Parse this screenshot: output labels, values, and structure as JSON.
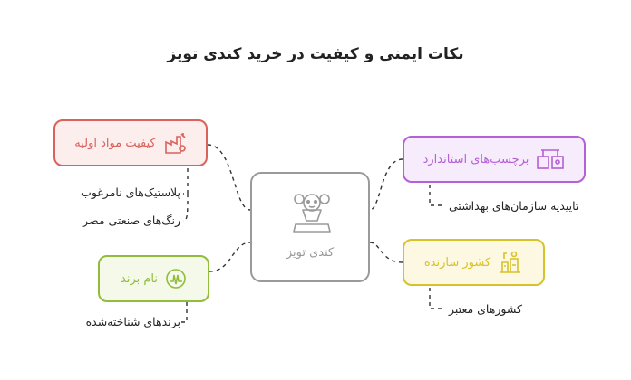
{
  "title": "نکات ایمنی و کیفیت در خرید کندی تویز",
  "center": {
    "label": "کندی تویز",
    "icon": "candy-toy-icon"
  },
  "branches": [
    {
      "label": "کیفیت مواد اولیه",
      "icon": "factory-icon",
      "color": "#d9625c",
      "sub_items": [
        "پلاستیک‌های نامرغوب",
        "رنگ‌های صنعتی مضر"
      ]
    },
    {
      "label": "نام برند",
      "icon": "brand-badge-icon",
      "color": "#92bd3c",
      "sub_items": [
        "برندهای شناخته‌شده"
      ]
    },
    {
      "label": "برچسب‌های استاندارد",
      "icon": "label-tag-icon",
      "color": "#b65fd6",
      "sub_items": [
        "تاییدیه سازمان‌های بهداشتی"
      ]
    },
    {
      "label": "کشور سازنده",
      "icon": "manufacturing-icon",
      "color": "#d8c22a",
      "sub_items": [
        "کشورهای معتبر"
      ]
    }
  ]
}
